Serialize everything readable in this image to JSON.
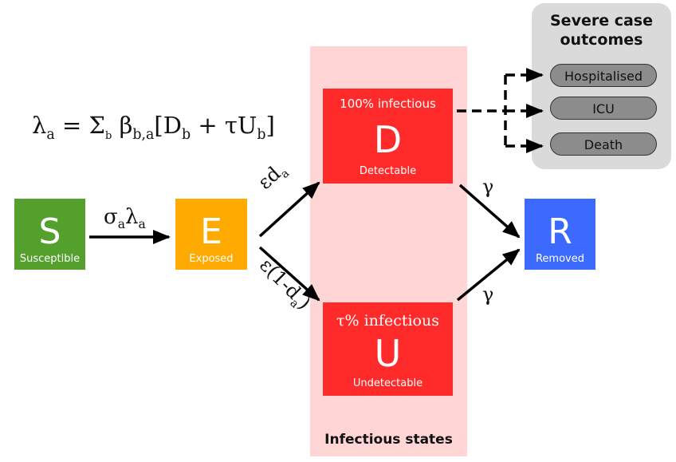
{
  "equation": {
    "lambda": "λ",
    "lambda_sub": "a",
    "equals": " = Σ",
    "sigma_sub": "b",
    "beta": " β",
    "beta_sub": "b,a",
    "open": "[D",
    "d_sub": "b",
    "plus": " + τU",
    "u_sub": "b",
    "close": "]"
  },
  "nodes": {
    "S": {
      "letter": "S",
      "label": "Susceptible",
      "color": "#54a02d"
    },
    "E": {
      "letter": "E",
      "label": "Exposed",
      "color": "#ffaa00"
    },
    "D": {
      "top": "100% infectious",
      "letter": "D",
      "label": "Detectable",
      "color": "#ff2a2a"
    },
    "U": {
      "top": "τ% infectious",
      "letter": "U",
      "label": "Undetectable",
      "color": "#ff2a2a"
    },
    "R": {
      "letter": "R",
      "label": "Removed",
      "color": "#3c6aff"
    }
  },
  "infectious_region": {
    "title": "Infectious states",
    "color": "#ffd5d5"
  },
  "severe": {
    "title_line1": "Severe case",
    "title_line2": "outcomes",
    "items": [
      "Hospitalised",
      "ICU",
      "Death"
    ]
  },
  "edges": {
    "s_to_e": {
      "base1": "σ",
      "sub1": "a",
      "base2": "λ",
      "sub2": "a"
    },
    "e_to_d": {
      "base1": "εd",
      "sub1": "a"
    },
    "e_to_u": {
      "base1": "ε(1-d",
      "sub1": "a",
      "tail": ")"
    },
    "d_to_r": "γ",
    "u_to_r": "γ"
  }
}
